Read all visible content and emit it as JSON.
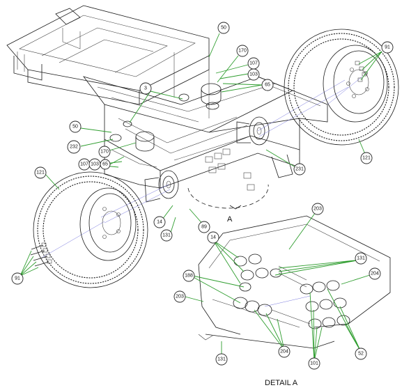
{
  "detail_marker": "A",
  "detail_title": "DETAIL A",
  "callouts": [
    {
      "label": "50"
    },
    {
      "label": "170"
    },
    {
      "label": "107"
    },
    {
      "label": "103"
    },
    {
      "label": "65"
    },
    {
      "label": "91"
    },
    {
      "label": "3"
    },
    {
      "label": "50"
    },
    {
      "label": "232"
    },
    {
      "label": "170"
    },
    {
      "label": "107"
    },
    {
      "label": "103"
    },
    {
      "label": "65"
    },
    {
      "label": "121"
    },
    {
      "label": "121"
    },
    {
      "label": "231"
    },
    {
      "label": "14"
    },
    {
      "label": "131"
    },
    {
      "label": "89"
    },
    {
      "label": "91"
    },
    {
      "label": "203"
    },
    {
      "label": "14"
    },
    {
      "label": "131"
    },
    {
      "label": "204"
    },
    {
      "label": "188"
    },
    {
      "label": "203"
    },
    {
      "label": "131"
    },
    {
      "label": "204"
    },
    {
      "label": "101"
    },
    {
      "label": "52"
    }
  ]
}
